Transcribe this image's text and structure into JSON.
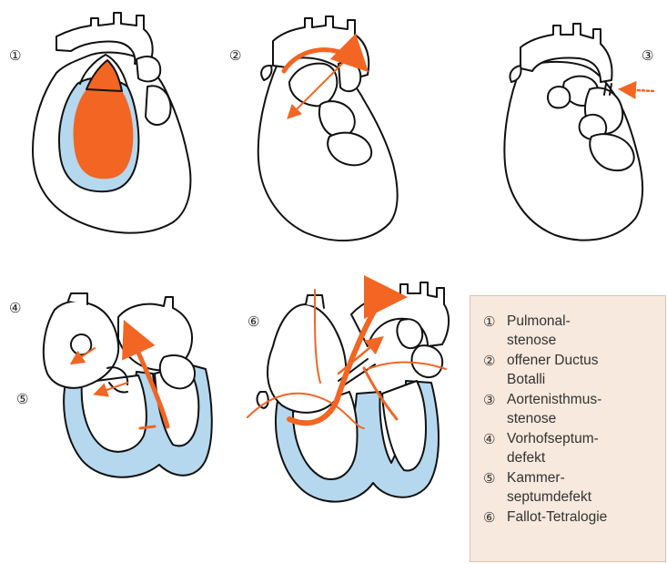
{
  "colors": {
    "blood": "#f26522",
    "tissue": "#b5d8ee",
    "outline": "#111111",
    "legend_bg": "#f7e9dd"
  },
  "panels": [
    {
      "number": "①"
    },
    {
      "number": "②"
    },
    {
      "number": "③"
    },
    {
      "number": "④"
    },
    {
      "number": "⑤"
    },
    {
      "number": "⑥"
    }
  ],
  "legend": {
    "items": [
      {
        "number": "①",
        "text": "Pulmonal-\nstenose"
      },
      {
        "number": "②",
        "text": "offener Ductus\nBotalli"
      },
      {
        "number": "③",
        "text": "Aortenisthmus-\nstenose"
      },
      {
        "number": "④",
        "text": "Vorhofseptum-\ndefekt"
      },
      {
        "number": "⑤",
        "text": "Kammer-\nseptumdefekt"
      },
      {
        "number": "⑥",
        "text": "Fallot-Tetralogie"
      }
    ]
  }
}
